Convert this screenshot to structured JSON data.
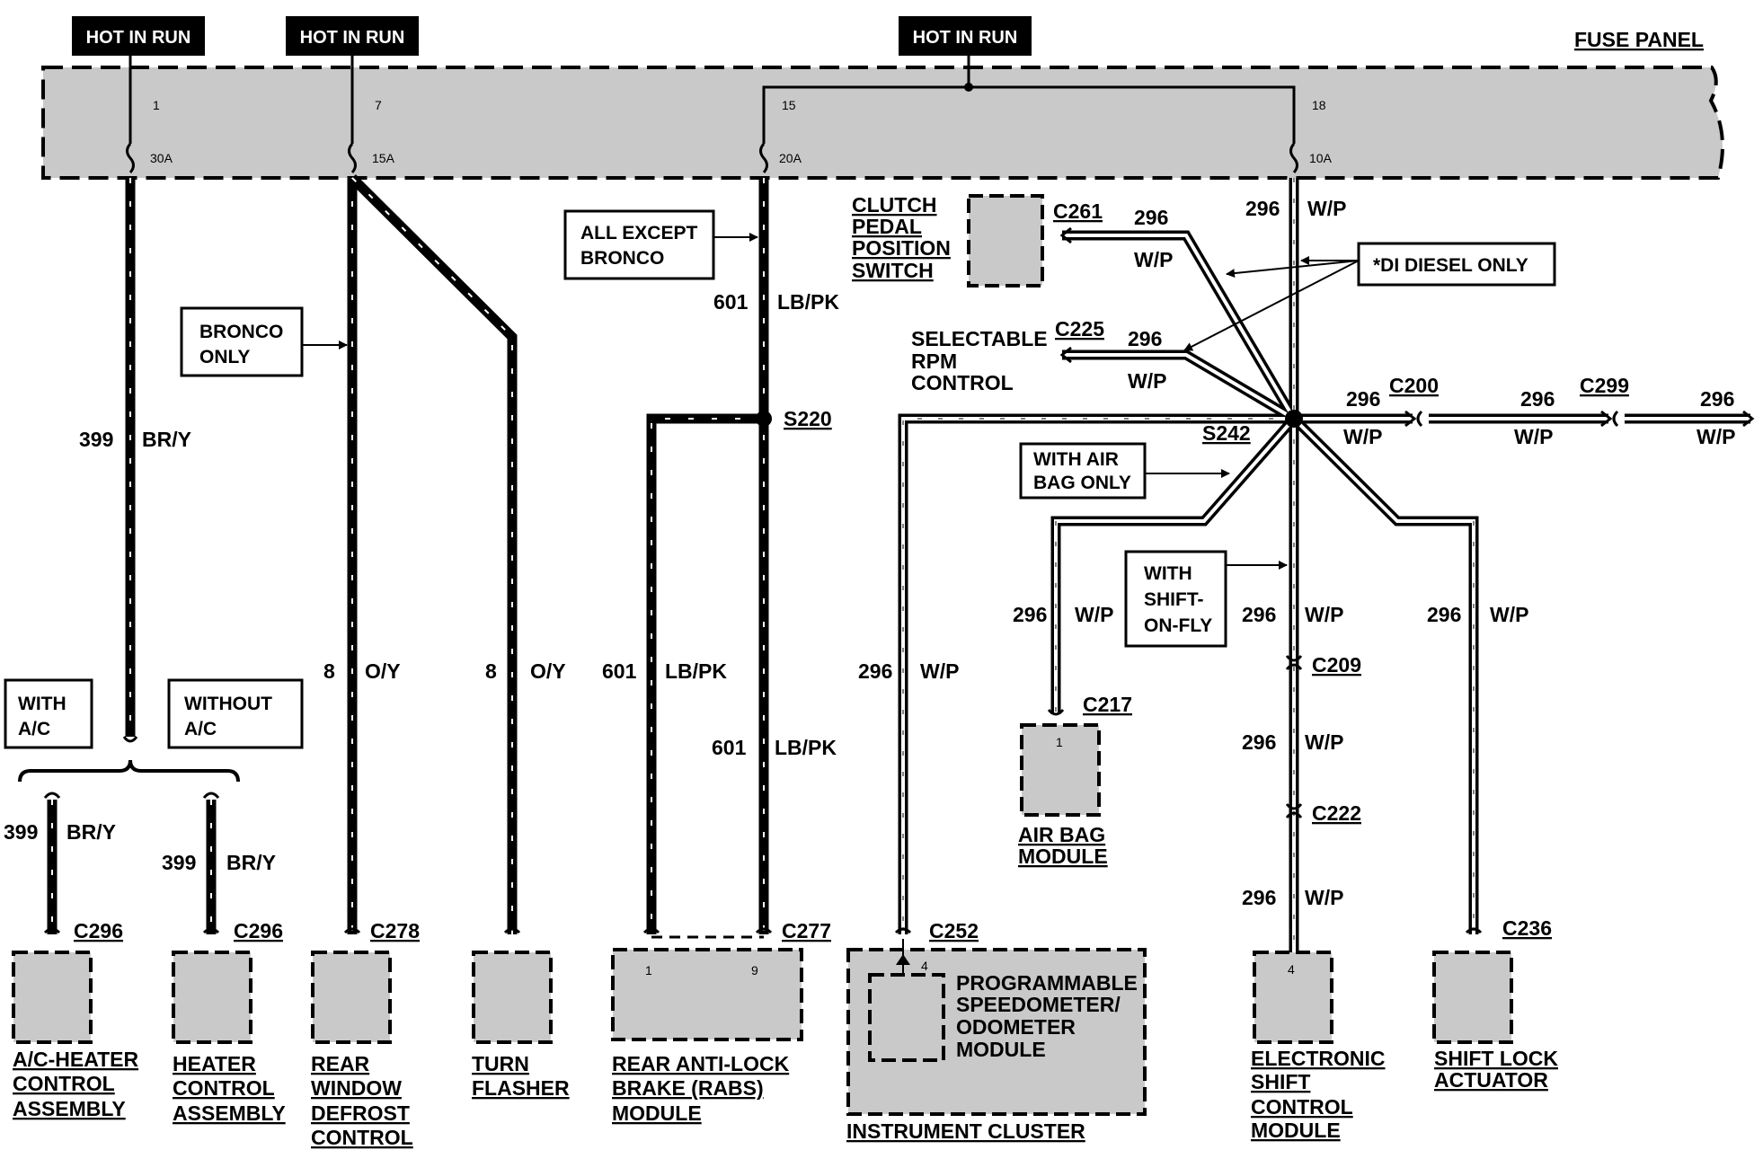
{
  "colors": {
    "box_fill": "#c9c9c9",
    "wire": "#000000",
    "tag_bg": "#000000",
    "tag_text": "#ffffff"
  },
  "hot_tags": [
    "HOT IN RUN",
    "HOT IN RUN",
    "HOT IN RUN"
  ],
  "fuse_panel": {
    "label": "FUSE PANEL",
    "fuses": [
      {
        "number": "1",
        "rating": "30A"
      },
      {
        "number": "7",
        "rating": "15A"
      },
      {
        "number": "15",
        "rating": "20A"
      },
      {
        "number": "18",
        "rating": "10A"
      }
    ]
  },
  "notes": {
    "bronco_only": [
      "BRONCO",
      "ONLY"
    ],
    "all_except_bronco": [
      "ALL EXCEPT",
      "BRONCO"
    ],
    "di_diesel_only": "*DI DIESEL ONLY",
    "with_air_bag_only": [
      "WITH AIR",
      "BAG ONLY"
    ],
    "with_shift_on_fly": [
      "WITH",
      "SHIFT-",
      "ON-FLY"
    ],
    "with_ac": [
      "WITH",
      "A/C"
    ],
    "without_ac": [
      "WITHOUT",
      "A/C"
    ]
  },
  "splices": {
    "s220": "S220",
    "s242": "S242"
  },
  "connectors": {
    "c261": "C261",
    "c225": "C225",
    "c200": "C200",
    "c299": "C299",
    "c217": "C217",
    "c209": "C209",
    "c222": "C222",
    "c236": "C236",
    "c296": "C296",
    "c278": "C278",
    "c277": "C277",
    "c252": "C252"
  },
  "pins": {
    "rabs_a": "1",
    "rabs_b": "9",
    "cluster": "4",
    "airbag": "1",
    "esc": "4"
  },
  "circuits": {
    "c399": "399",
    "br_y": "BR/Y",
    "c8": "8",
    "o_y": "O/Y",
    "c601": "601",
    "lb_pk": "LB/PK",
    "c296": "296",
    "w_p": "W/P"
  },
  "components": {
    "clutch": [
      "CLUTCH",
      "PEDAL",
      "POSITION",
      "SWITCH"
    ],
    "rpm": [
      "SELECTABLE",
      "RPM",
      "CONTROL"
    ],
    "ac_heater": [
      "A/C-HEATER",
      "CONTROL",
      "ASSEMBLY"
    ],
    "heater": [
      "HEATER",
      "CONTROL",
      "ASSEMBLY"
    ],
    "rear_defrost": [
      "REAR",
      "WINDOW",
      "DEFROST",
      "CONTROL"
    ],
    "turn_flasher": [
      "TURN",
      "FLASHER"
    ],
    "rabs": [
      "REAR ANTI-LOCK",
      "BRAKE (RABS)",
      "MODULE"
    ],
    "speedo": [
      "PROGRAMMABLE",
      "SPEEDOMETER/",
      "ODOMETER",
      "MODULE"
    ],
    "cluster": "INSTRUMENT CLUSTER",
    "air_bag": [
      "AIR BAG",
      "MODULE"
    ],
    "esc": [
      "ELECTRONIC",
      "SHIFT",
      "CONTROL",
      "MODULE"
    ],
    "shift_lock": [
      "SHIFT LOCK",
      "ACTUATOR"
    ]
  }
}
